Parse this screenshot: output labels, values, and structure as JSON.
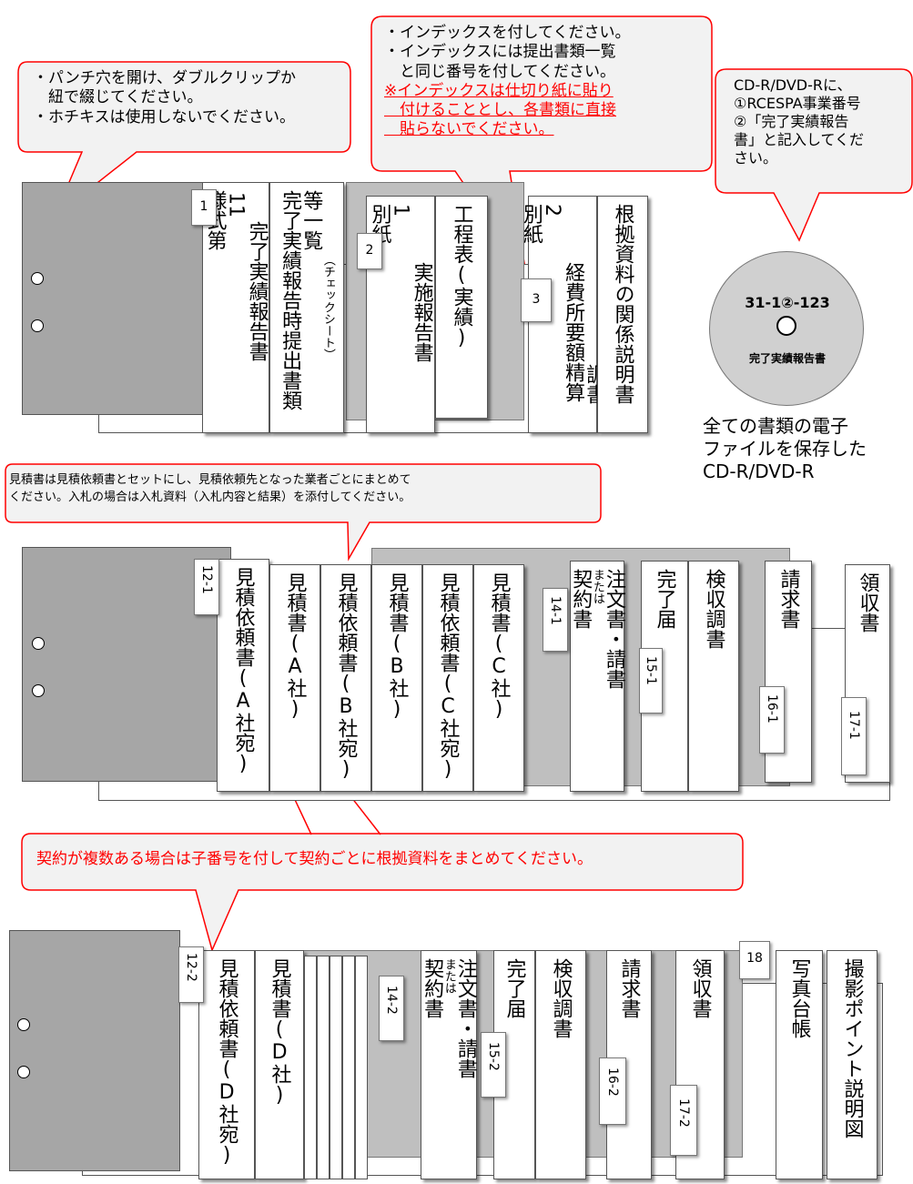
{
  "callouts": {
    "punch_lines": [
      "・パンチ穴を開け、ダブルクリップか",
      "　紐で綴じてください。",
      "・ホチキスは使用しないでください。"
    ],
    "index_lines": [
      "・インデックスを付してください。",
      "・インデックスには提出書類一覧",
      "　と同じ番号を付してください。"
    ],
    "index_warning_lines": [
      "※インデックスは仕切り紙に貼り",
      "　付けることとし、各書類に直接",
      "　貼らないでください。"
    ],
    "cd_lines": [
      "CD-R/DVD-Rに、",
      "①RCESPA事業番号",
      "②「完了実績報告",
      "書」と記入してくだ",
      "さい。"
    ],
    "estimate_lines": [
      "見積書は見積依頼書とセットにし、見積依頼先となった業者ごとにまとめて",
      "ください。入札の場合は入札資料（入札内容と結果）を添付してください。"
    ],
    "contract_note": "契約が複数ある場合は子番号を付して契約ごとに根拠資料をまとめてください。"
  },
  "cd": {
    "label_number": "31-1②-123",
    "label_title": "完了実績報告書",
    "caption_lines": [
      "全ての書類の電子",
      "ファイルを保存した",
      "CD-R/DVD-R"
    ]
  },
  "row1": {
    "docs": [
      "様式第11 完了実績報告書",
      "完了実績報告時提出書類等一覧（チェックシート）",
      "別紙1 実施報告書",
      "工程表(実績)",
      "別紙2 経費所要額精算調書",
      "根拠資料の関係説明書"
    ],
    "doc_lines": [
      [
        "様式第",
        "11",
        "完了実績報告書"
      ],
      [
        "完了実績報告時提出書類",
        "等一覧",
        "（チェックシート）"
      ],
      [
        "別紙",
        "1",
        "実施報告書"
      ],
      [
        "工程表(実績)"
      ],
      [
        "別紙",
        "2",
        "経費所要額精算",
        "調書"
      ],
      [
        "根拠資料の関係説明書"
      ]
    ],
    "index_labels": [
      "1",
      "2",
      "3"
    ]
  },
  "row2": {
    "docs": [
      "見積依頼書(A社宛)",
      "見積書(A社)",
      "見積依頼書(B社宛)",
      "見積書(B社)",
      "見積依頼書(C社宛)",
      "見積書(C社)",
      "契約書または注文書・請書",
      "完了届",
      "検収調書",
      "請求書",
      "領収書"
    ],
    "doc_lines": [
      [
        "見積依頼書(A社宛)"
      ],
      [
        "見積書(A社)"
      ],
      [
        "見積依頼書(B社宛)"
      ],
      [
        "見積書(B社)"
      ],
      [
        "見積依頼書(C社宛)"
      ],
      [
        "見積書(C社)"
      ],
      [
        "契約書",
        "または",
        "注文書・請書"
      ],
      [
        "完了届"
      ],
      [
        "検収調書"
      ],
      [
        "請求書"
      ],
      [
        "領収書"
      ]
    ],
    "index_labels": [
      "12-1",
      "14-1",
      "15-1",
      "16-1",
      "17-1"
    ]
  },
  "row3": {
    "docs": [
      "見積依頼書(D社宛)",
      "見積書(D社)",
      "契約書または注文書・請書",
      "完了届",
      "検収調書",
      "請求書",
      "領収書",
      "写真台帳",
      "撮影ポイント説明図"
    ],
    "doc_lines": [
      [
        "見積依頼書(D社宛)"
      ],
      [
        "見積書(D社)"
      ],
      [
        "契約書",
        "または",
        "注文書・請書"
      ],
      [
        "完了届"
      ],
      [
        "検収調書"
      ],
      [
        "請求書"
      ],
      [
        "領収書"
      ],
      [
        "写真台帳"
      ],
      [
        "撮影ポイント説明図"
      ]
    ],
    "index_labels": [
      "12-2",
      "14-2",
      "15-2",
      "16-2",
      "17-2",
      "18"
    ]
  },
  "colors": {
    "callout_fill": "#f2f2f2",
    "callout_stroke": "#ff0000",
    "binder": "#a6a6a6",
    "divider": "#bfbfbf",
    "warning_text": "#ff0000"
  }
}
